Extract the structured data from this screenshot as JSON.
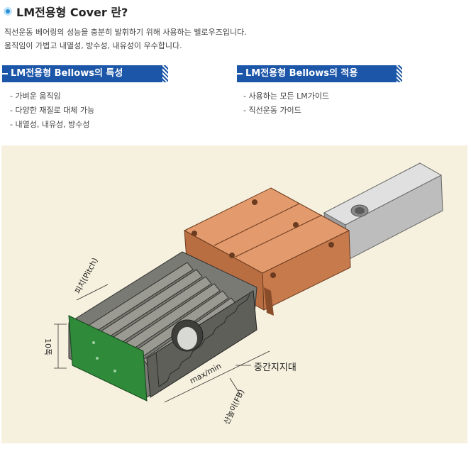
{
  "header": {
    "title": "LM전용형 Cover 란?",
    "desc_line1": "직선운동 베어링의 성능을 충분히 발휘하기 위해 사용하는 벨로우즈입니다.",
    "desc_line2": "움직임이 가볍고 내열성, 방수성, 내유성이 우수합니다."
  },
  "features": {
    "title": "LM전용형 Bellows의 특성",
    "items": [
      "- 가벼운 움직임",
      "- 다양한 재질로 대체 가능",
      "- 내열성, 내유성, 방수성"
    ]
  },
  "applications": {
    "title": "LM전용형 Bellows의 적용",
    "items": [
      "- 사용하는 모든 LM가이드",
      "- 직선운동 가이드"
    ]
  },
  "figure": {
    "label_pitch": "피치(Pitch)",
    "label_width": "10폭",
    "label_maxmin": "max/min",
    "label_support": "중간지지대",
    "label_height": "산높이(FB)",
    "colors": {
      "block": "#d98a5e",
      "bellows": "#6f6f6a",
      "plate": "#2f8a3a",
      "rail": "#c9c9c9"
    }
  }
}
